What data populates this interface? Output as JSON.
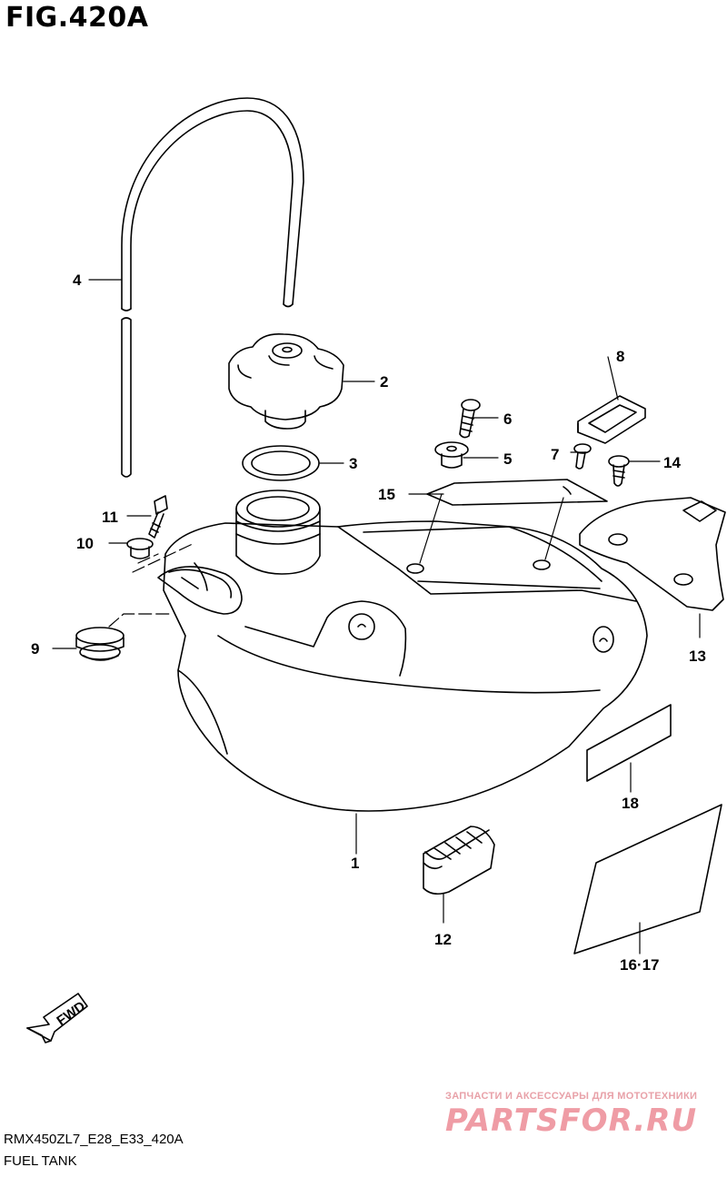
{
  "header": {
    "figure_title": "FIG.420A"
  },
  "footer": {
    "model_code": "RMX450ZL7_E28_E33_420A",
    "section_name": "FUEL TANK"
  },
  "watermark": {
    "tagline": "ЗАПЧАСТИ И АКСЕССУАРЫ ДЛЯ МОТОТЕХНИКИ",
    "logo_text": "PARTSFOR.RU",
    "color": "#ef9ca5"
  },
  "direction_badge": {
    "label": "FWD"
  },
  "callouts": [
    {
      "number": "1"
    },
    {
      "number": "2"
    },
    {
      "number": "3"
    },
    {
      "number": "4"
    },
    {
      "number": "5"
    },
    {
      "number": "6"
    },
    {
      "number": "7"
    },
    {
      "number": "8"
    },
    {
      "number": "9"
    },
    {
      "number": "10"
    },
    {
      "number": "11"
    },
    {
      "number": "12"
    },
    {
      "number": "13"
    },
    {
      "number": "14"
    },
    {
      "number": "15"
    },
    {
      "number": "16·17"
    },
    {
      "number": "18"
    }
  ]
}
